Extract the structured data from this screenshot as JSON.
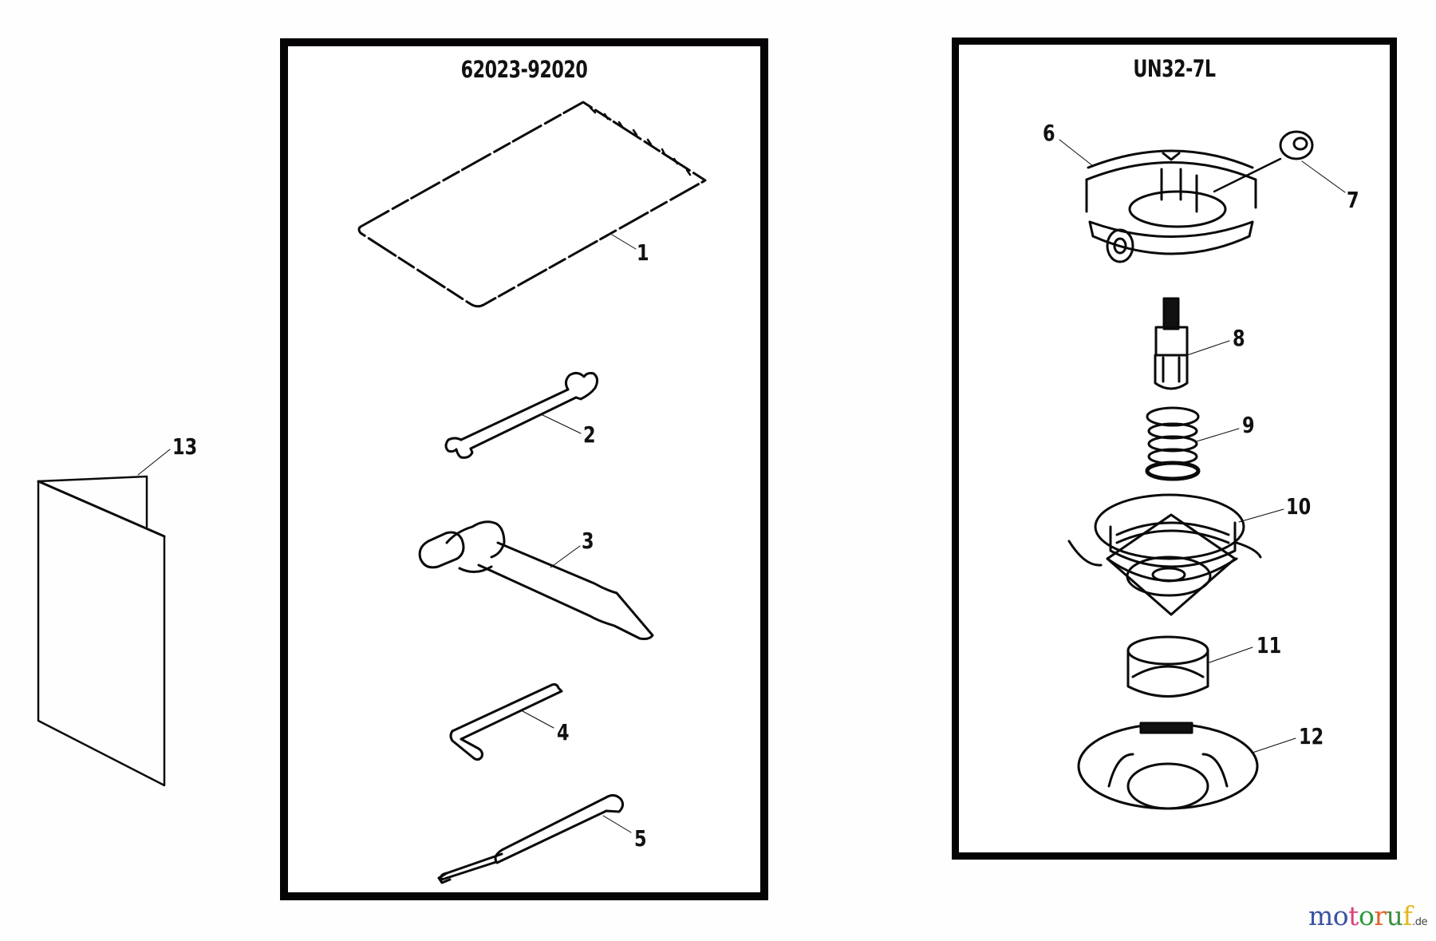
{
  "kits": [
    {
      "id": "left-kit",
      "title": "62023-92020",
      "items": [
        {
          "number": "1",
          "label": "1",
          "part": "tool-bag"
        },
        {
          "number": "2",
          "label": "2",
          "part": "open-end-wrench"
        },
        {
          "number": "3",
          "label": "3",
          "part": "spark-plug-socket-wrench"
        },
        {
          "number": "4",
          "label": "4",
          "part": "hex-key"
        },
        {
          "number": "5",
          "label": "5",
          "part": "screwdriver"
        }
      ]
    },
    {
      "id": "right-kit",
      "title": "UN32-7L",
      "items": [
        {
          "number": "6",
          "label": "6",
          "part": "trimmer-head-housing"
        },
        {
          "number": "7",
          "label": "7",
          "part": "line-eyelet"
        },
        {
          "number": "8",
          "label": "8",
          "part": "bolt"
        },
        {
          "number": "9",
          "label": "9",
          "part": "spring"
        },
        {
          "number": "10",
          "label": "10",
          "part": "spool-with-line"
        },
        {
          "number": "11",
          "label": "11",
          "part": "bump-knob"
        },
        {
          "number": "12",
          "label": "12",
          "part": "cover"
        }
      ]
    }
  ],
  "loose_items": [
    {
      "number": "13",
      "label": "13",
      "part": "owners-manual"
    }
  ],
  "watermark": {
    "letters": [
      "m",
      "o",
      "t",
      "o",
      "r",
      "u",
      "f"
    ],
    "colors": [
      "#3b52a3",
      "#3b52a3",
      "#d9417e",
      "#2f9a3e",
      "#e2632a",
      "#3e8f42",
      "#e7b51c"
    ],
    "tld": ".de"
  }
}
